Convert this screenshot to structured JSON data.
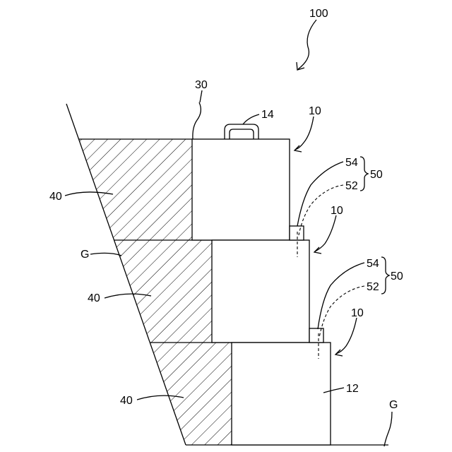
{
  "figure": {
    "labels": {
      "assembly": "100",
      "cable": "30",
      "handle": "14",
      "block_top": "10",
      "block_mid": "10",
      "block_bottom": "10",
      "body": "12",
      "wedge_top": "40",
      "wedge_mid": "40",
      "wedge_bottom": "40",
      "ground_slope": "G",
      "ground_floor": "G",
      "conn_top_54": "54",
      "conn_top_52": "52",
      "conn_top_group": "50",
      "conn_mid_54": "54",
      "conn_mid_52": "52",
      "conn_mid_group": "50"
    }
  }
}
